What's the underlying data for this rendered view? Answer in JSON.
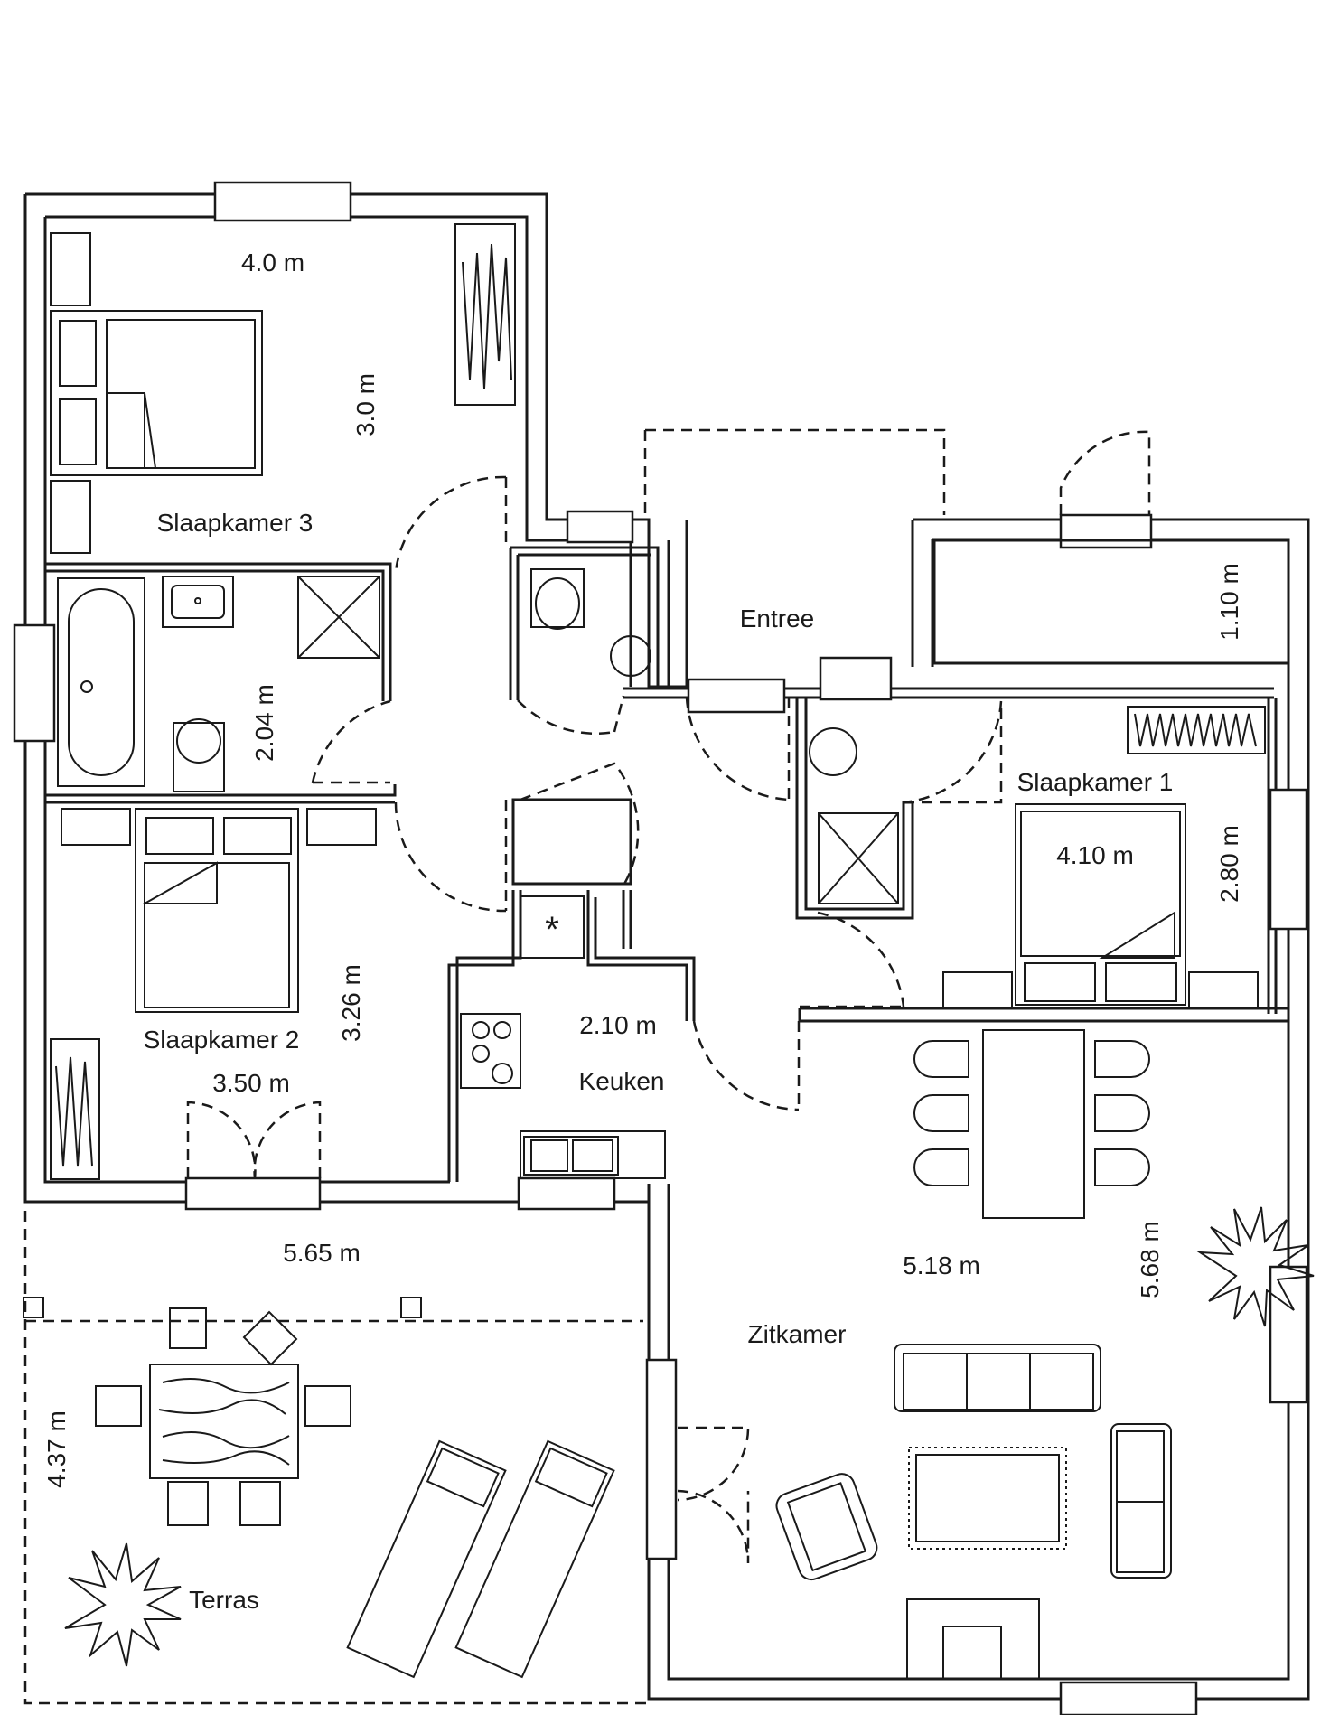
{
  "rooms": {
    "slaapkamer3": "Slaapkamer 3",
    "slaapkamer2": "Slaapkamer 2",
    "slaapkamer1": "Slaapkamer 1",
    "entree": "Entree",
    "keuken": "Keuken",
    "zitkamer": "Zitkamer",
    "terras": "Terras"
  },
  "dimensions": {
    "sk3_width": "4.0 m",
    "sk3_depth": "3.0 m",
    "bath_depth": "2.04 m",
    "sk2_depth": "3.26 m",
    "sk2_width": "3.50 m",
    "terrace_width": "5.65 m",
    "terrace_depth": "4.37 m",
    "kitchen_width": "2.10 m",
    "sk1_width": "4.10 m",
    "sk1_depth": "2.80 m",
    "storage_depth": "1.10 m",
    "living_width": "5.18 m",
    "living_depth": "5.68 m"
  },
  "symbols": {
    "fridge_mark": "*"
  }
}
